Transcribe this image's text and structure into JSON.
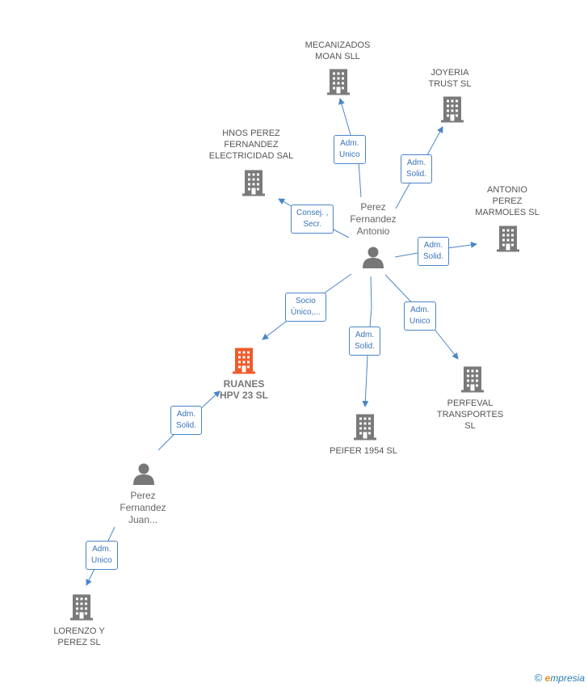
{
  "nodes": {
    "mecanizados": {
      "label": "MECANIZADOS\nMOAN SLL"
    },
    "joyeria": {
      "label": "JOYERIA\nTRUST SL"
    },
    "hnos": {
      "label": "HNOS PEREZ\nFERNANDEZ\nELECTRICIDAD SAL"
    },
    "antonio_perez": {
      "label": "ANTONIO\nPEREZ\nMARMOLES SL"
    },
    "perez_antonio": {
      "label": "Perez\nFernandez\nAntonio"
    },
    "ruanes": {
      "label": "RUANES\nHPV 23 SL"
    },
    "peifer": {
      "label": "PEIFER 1954 SL"
    },
    "perfeval": {
      "label": "PERFEVAL\nTRANSPORTES\nSL"
    },
    "perez_juan": {
      "label": "Perez\nFernandez\nJuan..."
    },
    "lorenzo": {
      "label": "LORENZO Y\nPEREZ SL"
    }
  },
  "edges": {
    "to_mecanizados": {
      "label": "Adm.\nUnico"
    },
    "to_joyeria": {
      "label": "Adm.\nSolid."
    },
    "to_hnos": {
      "label": "Consej. ,\nSecr."
    },
    "to_antonio_perez": {
      "label": "Adm.\nSolid."
    },
    "to_ruanes": {
      "label": "Socio\nÚnico,..."
    },
    "to_peifer": {
      "label": "Adm.\nSolid."
    },
    "to_perfeval": {
      "label": "Adm.\nUnico"
    },
    "juan_to_ruanes": {
      "label": "Adm.\nSolid."
    },
    "juan_to_lorenzo": {
      "label": "Adm.\nUnico"
    }
  },
  "colors": {
    "edge": "#4a86c8",
    "company": "#7a7a7a",
    "focus_company": "#f05a28",
    "person": "#777777"
  },
  "footer": {
    "copyright": "©",
    "brand_first": "e",
    "brand_rest": "mpresia"
  }
}
